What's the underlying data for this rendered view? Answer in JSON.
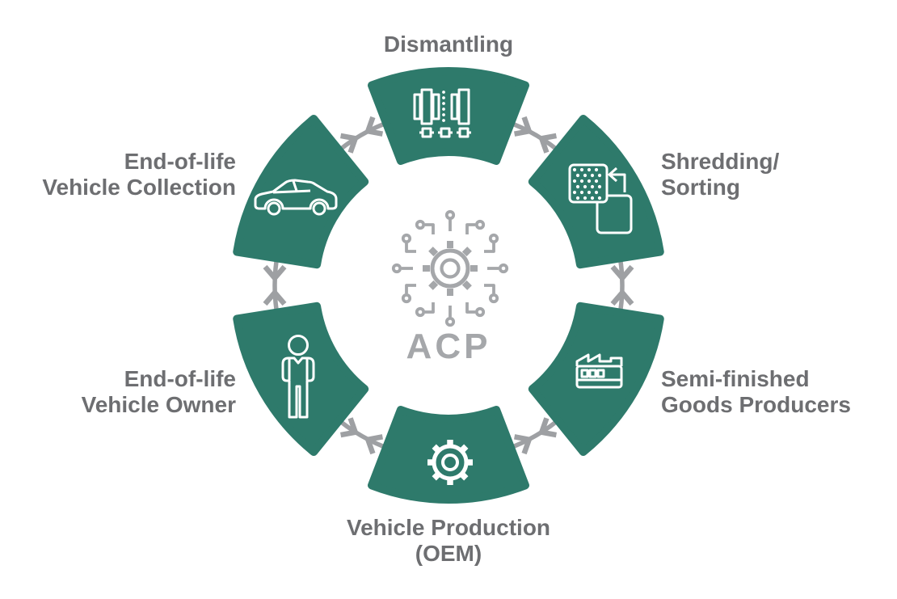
{
  "diagram": {
    "center": {
      "label": "ACP",
      "icon": "automation-gear-circuit-icon"
    },
    "segments": [
      {
        "id": "dismantling",
        "icon": "dismantled-parts-icon",
        "lines": [
          "Dismantling"
        ]
      },
      {
        "id": "shredding-sorting",
        "icon": "shredder-cycle-icon",
        "lines": [
          "Shredding/",
          "Sorting"
        ]
      },
      {
        "id": "semi-finished-goods-producers",
        "icon": "factory-icon",
        "lines": [
          "Semi-finished",
          "Goods Producers"
        ]
      },
      {
        "id": "vehicle-production-oem",
        "icon": "gear-icon",
        "lines": [
          "Vehicle Production",
          "(OEM)"
        ]
      },
      {
        "id": "end-of-life-vehicle-owner",
        "icon": "person-icon",
        "lines": [
          "End-of-life",
          "Vehicle Owner"
        ]
      },
      {
        "id": "end-of-life-vehicle-collection",
        "icon": "car-icon",
        "lines": [
          "End-of-life",
          "Vehicle Collection"
        ]
      }
    ],
    "connector_icon": "bidirectional-arrow-icon",
    "connector_count": 6,
    "colors": {
      "segment_green": "#2E7A6B",
      "ring_gray": "#9EA0A3",
      "label_gray": "#6D6E71",
      "center_gray": "#A5A7AA",
      "icon_white": "#FFFFFF",
      "background": "#FFFFFF"
    }
  }
}
